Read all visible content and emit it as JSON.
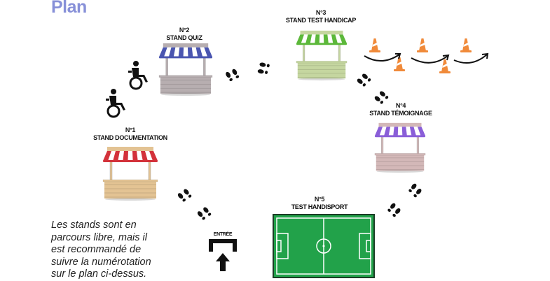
{
  "title": "Plan",
  "stands": [
    {
      "number": "N°1",
      "name": "STAND DOCUMENTATION",
      "awning_color": "#d3323a",
      "body_color": "#e3c393"
    },
    {
      "number": "N°2",
      "name": "STAND QUIZ",
      "awning_color": "#4a55b0",
      "body_color": "#b7aeb0"
    },
    {
      "number": "N°3",
      "name": "STAND TEST HANDICAP",
      "awning_color": "#5cb83a",
      "body_color": "#c5d6a0"
    },
    {
      "number": "N°4",
      "name": "STAND TÉMOIGNAGE",
      "awning_color": "#8a5ed8",
      "body_color": "#d3b8b8"
    }
  ],
  "field": {
    "number": "N°5",
    "name": "TEST HANDISPORT",
    "color": "#22a24a"
  },
  "entrance": {
    "label": "ENTRÉE"
  },
  "note": {
    "lines": [
      "Les stands sont en",
      "parcours libre, mais il",
      "est recommandé de",
      "suivre la numérotation",
      "sur le plan ci-dessus."
    ]
  },
  "colors": {
    "title": "#8790d8",
    "cone": "#f08a3a"
  }
}
